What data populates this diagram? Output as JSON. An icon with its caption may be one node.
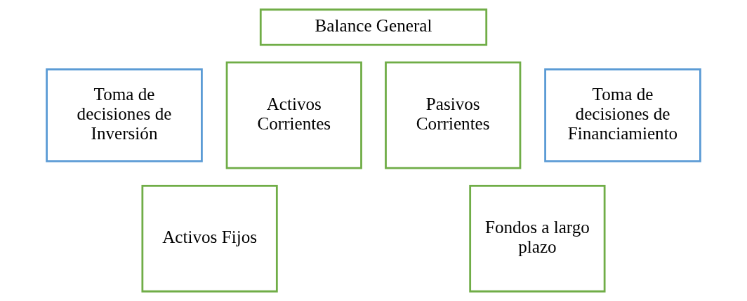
{
  "diagram": {
    "nodes": [
      {
        "text": [
          "Balance General"
        ]
      },
      {
        "text": [
          "Activos Corrientes"
        ]
      },
      {
        "text": [
          "Pasivos Corrientes"
        ]
      },
      {
        "text": [
          "Toma de decisiones de Inversión"
        ]
      },
      {
        "text": [
          "Toma de decisiones de Financiamiento"
        ]
      },
      {
        "text": [
          "Activos Fijos"
        ]
      },
      {
        "text": [
          "Fondos a largo plazo"
        ]
      }
    ]
  }
}
